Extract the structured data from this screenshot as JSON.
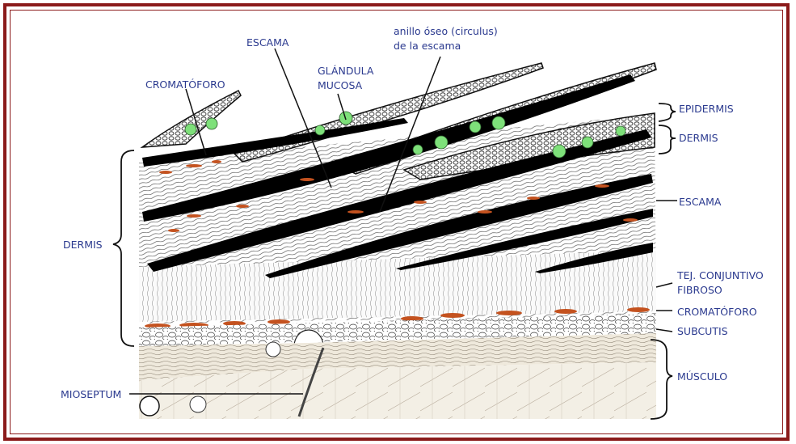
{
  "colors": {
    "frame": "#8b1a1a",
    "label": "#2b3a8f",
    "chromatophore": "#c4521f",
    "mucous_gland": "#7ee07a",
    "scale": "#000000",
    "muscle": "#f1ece0"
  },
  "labels": {
    "escama_top": "ESCAMA",
    "anillo_line1": "anillo óseo (circulus)",
    "anillo_line2": "de la escama",
    "cromatoforo_top": "CROMATÓFORO",
    "glandula_line1": "GLÁNDULA",
    "glandula_line2": "MUCOSA",
    "epidermis": "EPIDERMIS",
    "dermis_right": "DERMIS",
    "escama_right": "ESCAMA",
    "dermis_left": "DERMIS",
    "tejido_line1": "TEJ. CONJUNTIVO",
    "tejido_line2": "FIBROSO",
    "cromatoforo_right": "CROMATÓFORO",
    "subcutis": "SUBCUTIS",
    "musculo": "MÚSCULO",
    "mioseptum": "MIOSEPTUM"
  }
}
